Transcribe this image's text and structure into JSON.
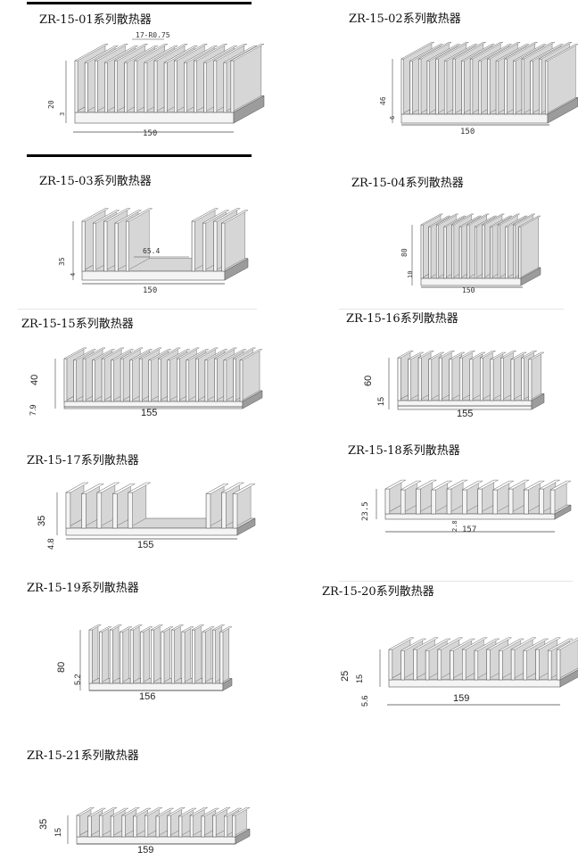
{
  "page_title": "铝型材散热器 ZR-15 系列",
  "colors": {
    "metal_light": "#f4f4f4",
    "metal_mid": "#d6d6d6",
    "metal_dark": "#9c9c9c",
    "outline": "#555555",
    "rule": "#000000"
  },
  "items": [
    {
      "title": "ZR-15-01系列散热器",
      "dims": {
        "fin_note": "17-R0.75",
        "height": "20",
        "base": "3",
        "width": "150"
      }
    },
    {
      "title": "ZR-15-02系列散热器",
      "dims": {
        "height": "46",
        "base": "6",
        "width": "150"
      }
    },
    {
      "title": "ZR-15-03系列散热器",
      "dims": {
        "height": "35",
        "base": "4",
        "inner": "65.4",
        "width": "150"
      }
    },
    {
      "title": "ZR-15-04系列散热器",
      "dims": {
        "height": "80",
        "base": "10",
        "width": "150"
      }
    },
    {
      "title": "ZR-15-15系列散热器",
      "dims": {
        "height": "40",
        "base": "7.9",
        "width": "155"
      }
    },
    {
      "title": "ZR-15-16系列散热器",
      "dims": {
        "height": "60",
        "base": "15",
        "width": "155"
      }
    },
    {
      "title": "ZR-15-17系列散热器",
      "dims": {
        "height": "35",
        "base": "4.8",
        "width": "155"
      }
    },
    {
      "title": "ZR-15-18系列散热器",
      "dims": {
        "height": "23.5",
        "base": "2.8",
        "width": "157"
      }
    },
    {
      "title": "ZR-15-19系列散热器",
      "dims": {
        "height": "80",
        "base": "5.2",
        "width": "156"
      }
    },
    {
      "title": "ZR-15-20系列散热器",
      "dims": {
        "height": "25",
        "mid": "15",
        "base": "5.6",
        "width": "159"
      }
    },
    {
      "title": "ZR-15-21系列散热器",
      "dims": {
        "height": "35",
        "base": "15",
        "width": "159"
      }
    }
  ]
}
